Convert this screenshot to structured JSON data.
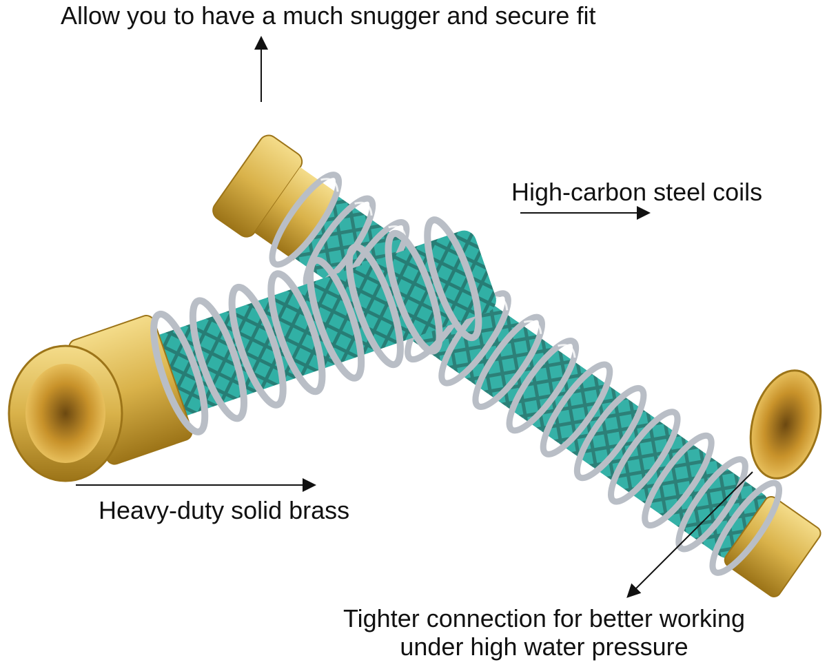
{
  "callouts": {
    "top": "Allow you to have a much snugger and secure fit",
    "right": "High-carbon steel coils",
    "left": "Heavy-duty solid brass",
    "bottom_line1": "Tighter connection for better working",
    "bottom_line2": "under high water pressure"
  },
  "colors": {
    "brass": "#d9b24a",
    "brass_dark": "#9c7418",
    "hose_teal": "#1aa79b",
    "coil_silver": "#c8ccd2",
    "arrow": "#111111"
  }
}
